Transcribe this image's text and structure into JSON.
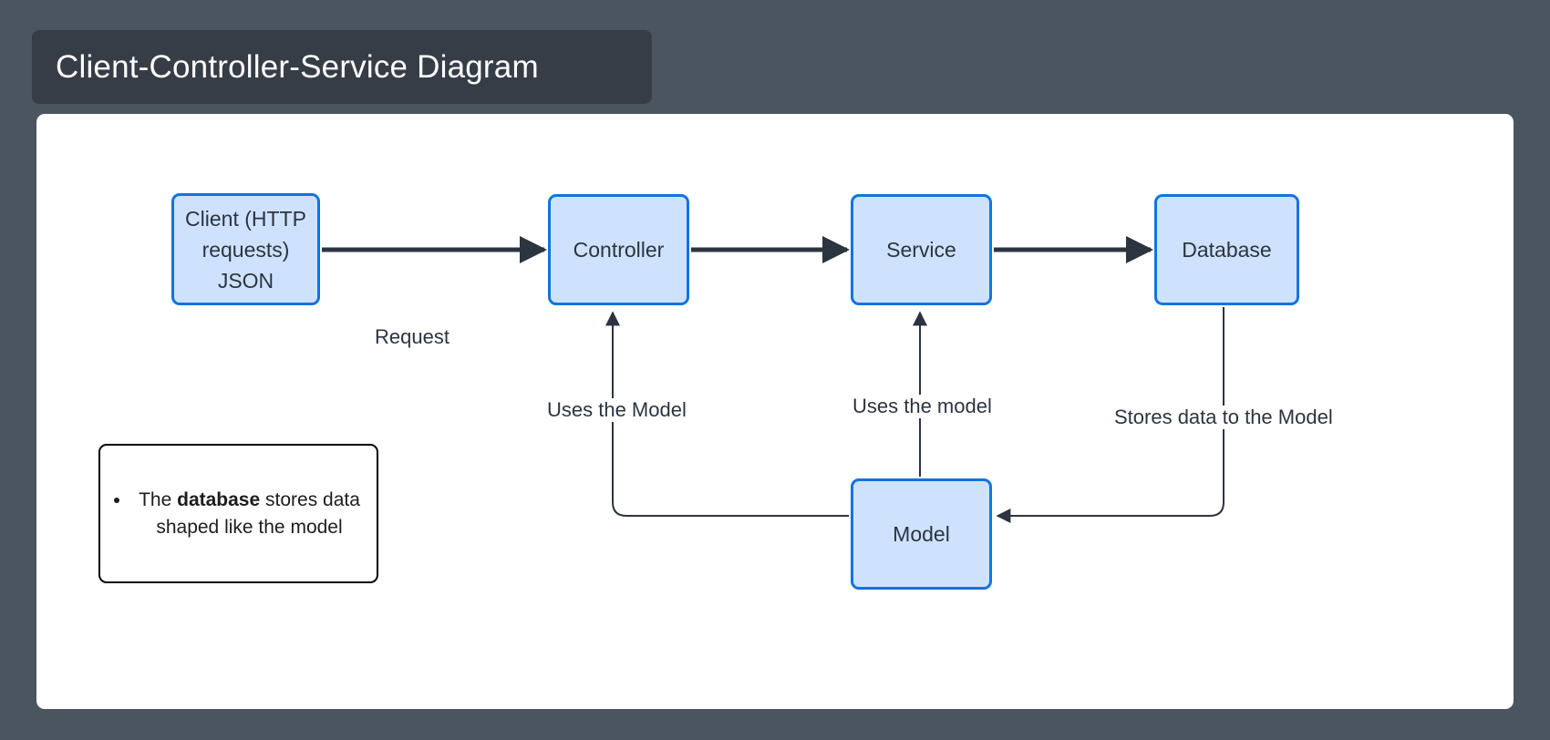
{
  "title": {
    "text": "Client-Controller-Service Diagram",
    "banner_color": "#373d47",
    "text_color": "#ffffff"
  },
  "canvas": {
    "background": "#ffffff",
    "page_background": "#4a5560"
  },
  "theme": {
    "node_fill": "#cfe2fd",
    "node_border": "#1273e0",
    "node_text": "#2c3440",
    "edge_color": "#2c3440",
    "note_border": "#000000"
  },
  "diagram": {
    "type": "flowchart",
    "nodes": [
      {
        "id": "client",
        "label": "Client (HTTP requests) JSON",
        "lines": [
          "Client (HTTP",
          "requests)",
          "JSON"
        ]
      },
      {
        "id": "controller",
        "label": "Controller",
        "lines": [
          "Controller"
        ]
      },
      {
        "id": "service",
        "label": "Service",
        "lines": [
          "Service"
        ]
      },
      {
        "id": "database",
        "label": "Database",
        "lines": [
          "Database"
        ]
      },
      {
        "id": "model",
        "label": "Model",
        "lines": [
          "Model"
        ]
      }
    ],
    "edges": [
      {
        "from": "client",
        "to": "controller",
        "label": "Request",
        "style": "thick-arrow",
        "direction": "right"
      },
      {
        "from": "controller",
        "to": "service",
        "label": "",
        "style": "thick-arrow",
        "direction": "right"
      },
      {
        "from": "service",
        "to": "database",
        "label": "",
        "style": "thick-arrow",
        "direction": "right"
      },
      {
        "from": "model",
        "to": "controller",
        "label": "Uses the Model",
        "style": "thin-arrow",
        "direction": "up"
      },
      {
        "from": "model",
        "to": "service",
        "label": "Uses the model",
        "style": "thin-arrow",
        "direction": "up"
      },
      {
        "from": "database",
        "to": "model",
        "label": "Stores data to the Model",
        "style": "thin-arrow",
        "direction": "left"
      }
    ]
  },
  "note": {
    "bullet_prefix": "The ",
    "bullet_bold": "database",
    "bullet_suffix": " stores data shaped like the model"
  }
}
